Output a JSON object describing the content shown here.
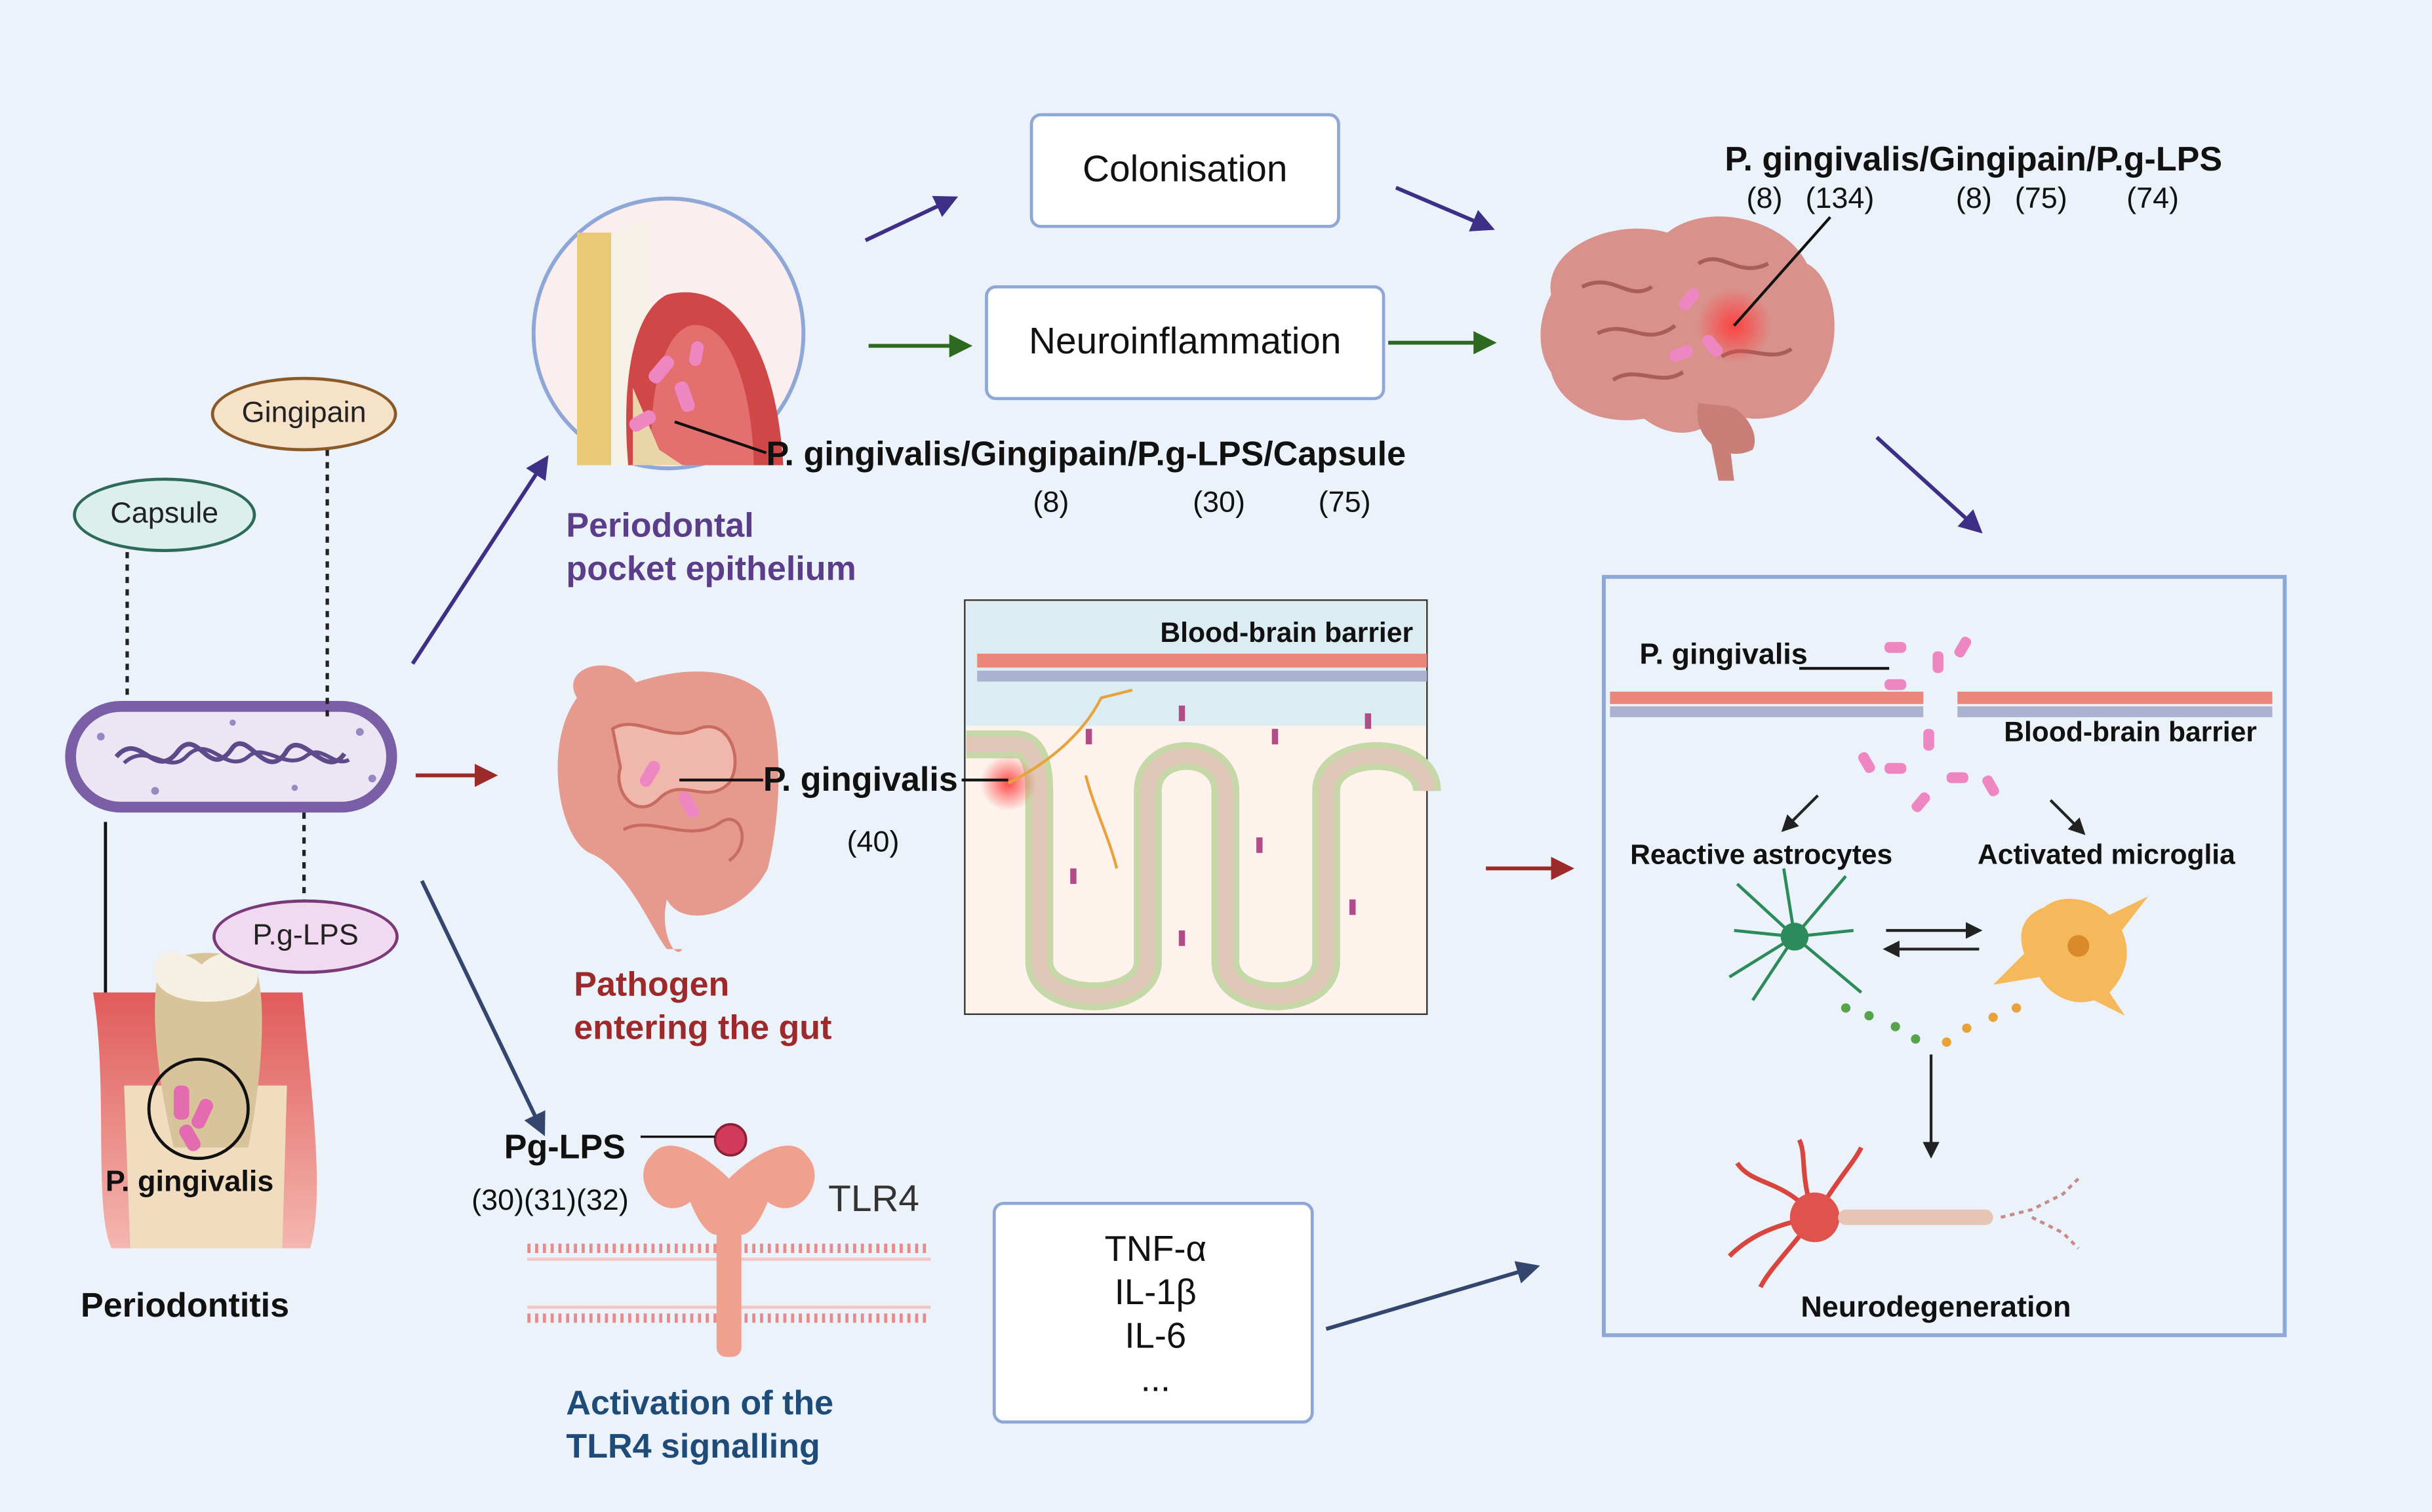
{
  "labels": {
    "capsule": "Capsule",
    "gingipain": "Gingipain",
    "pglps": "P.g-LPS",
    "pging_tooth": "P. gingivalis",
    "periodontitis": "Periodontitis",
    "colonisation": "Colonisation",
    "neuroinflammation": "Neuroinflammation",
    "brain_title": "P. gingivalis/Gingipain/P.g-LPS",
    "brain_ref_1": "(8)",
    "brain_ref_2": "(134)",
    "brain_ref_3": "(8)",
    "brain_ref_4": "(75)",
    "brain_ref_5": "(74)",
    "pocket_factors": "P. gingivalis/Gingipain/P.g-LPS/Capsule",
    "pocket_ref_1": "(8)",
    "pocket_ref_2": "(30)",
    "pocket_ref_3": "(75)",
    "pocket_line1": "Periodontal",
    "pocket_line2": "pocket epithelium",
    "gut_pging": "P. gingivalis",
    "gut_ref": "(40)",
    "gut_line1": "Pathogen",
    "gut_line2": "entering the gut",
    "bbb_top": "Blood-brain barrier",
    "pglps2": "Pg-LPS",
    "tlr_refs": "(30)(31)(32)",
    "tlr4": "TLR4",
    "tlr_line1": "Activation of the",
    "tlr_line2": "TLR4 signalling",
    "cytokines": [
      "TNF-α",
      "IL-1β",
      "IL-6",
      "..."
    ],
    "panel_pging": "P. gingivalis",
    "panel_bbb": "Blood-brain barrier",
    "astrocytes": "Reactive astrocytes",
    "microglia": "Activated microglia",
    "neurodegeneration": "Neurodegeneration"
  },
  "colors": {
    "background": "#ecf2fa",
    "purple_arrow": "#3d2f86",
    "green_arrow": "#2d6a1f",
    "red_arrow": "#9c2a2a",
    "navy_arrow": "#34456e",
    "box_border": "#8ea7d6"
  }
}
